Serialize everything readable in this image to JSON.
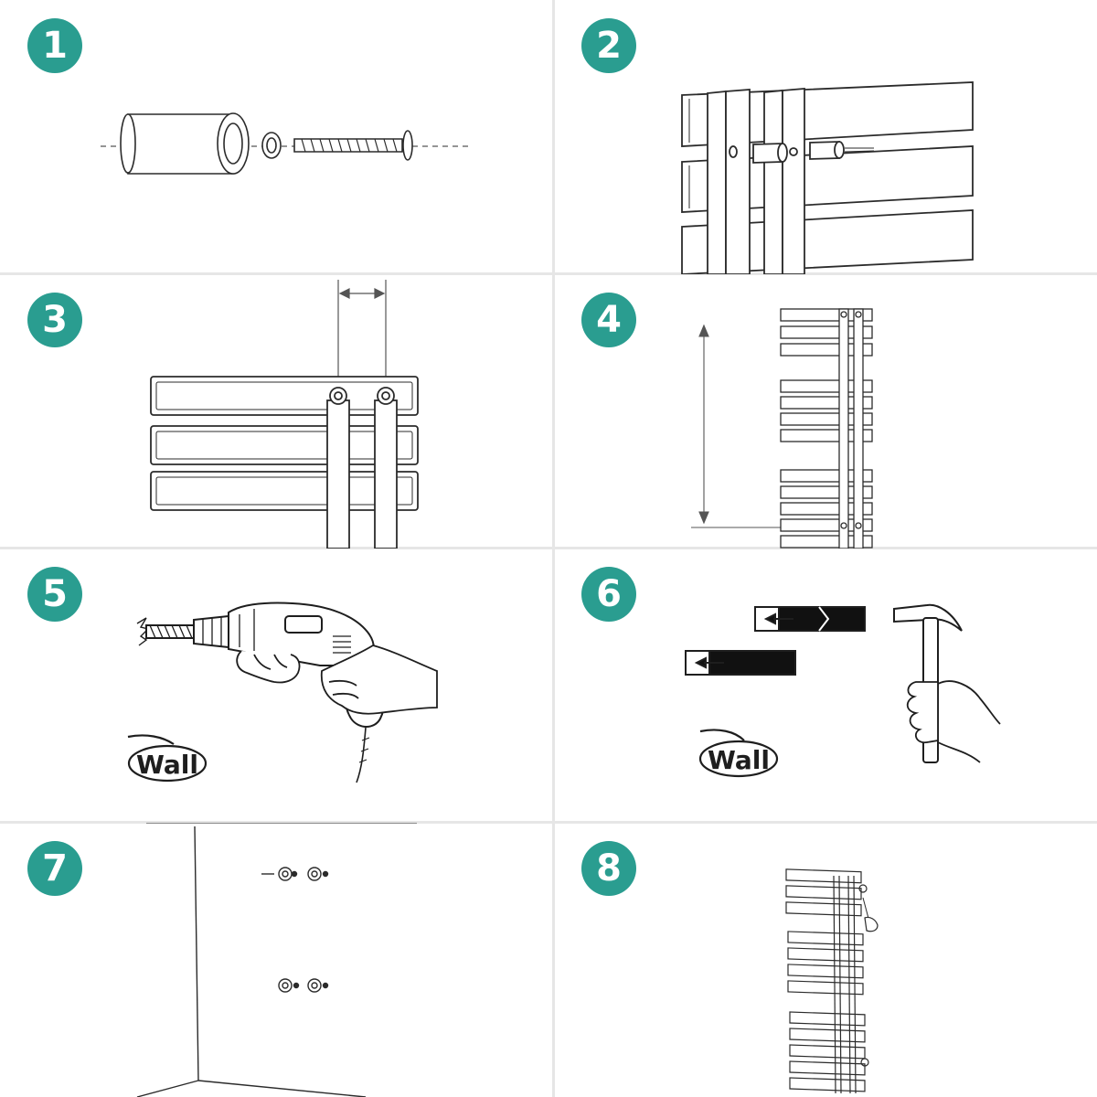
{
  "colors": {
    "accent": "#2a9d90",
    "line": "#2b2b2b",
    "divider": "#e6e6e6"
  },
  "steps": [
    {
      "number": "1"
    },
    {
      "number": "2"
    },
    {
      "number": "3"
    },
    {
      "number": "4"
    },
    {
      "number": "5",
      "label": "Wall"
    },
    {
      "number": "6",
      "label": "Wall"
    },
    {
      "number": "7"
    },
    {
      "number": "8"
    }
  ]
}
